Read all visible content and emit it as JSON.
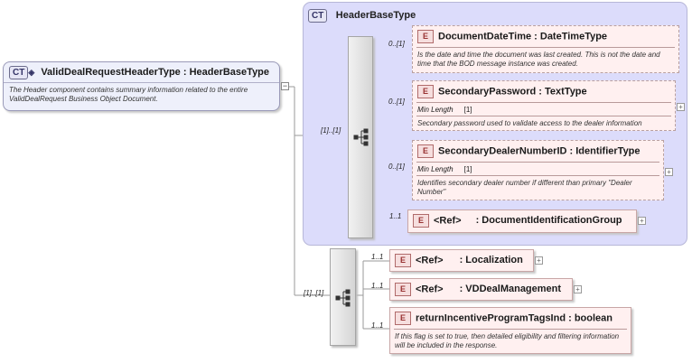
{
  "root": {
    "badge": "CT",
    "title": "ValidDealRequestHeaderType : HeaderBaseType",
    "doc": "The Header component contains summary information related to the entire ValidDealRequest Business Object Document."
  },
  "base_group": {
    "badge": "CT",
    "title": "HeaderBaseType",
    "sequence_cardinality": "[1]..[1]"
  },
  "outer_sequence": {
    "cardinality": "[1]..[1]"
  },
  "elements": [
    {
      "badge": "E",
      "title": "DocumentDateTime : DateTimeType",
      "cardinality": "0..[1]",
      "doc": "Is the date and time the document was last created. This is not the date and time that the BOD message instance was created."
    },
    {
      "badge": "E",
      "title": "SecondaryPassword : TextType",
      "cardinality": "0..[1]",
      "facet_label": "Min Length",
      "facet_value": "[1]",
      "doc": "Secondary password used to validate access to the dealer information"
    },
    {
      "badge": "E",
      "title": "SecondaryDealerNumberID : IdentifierType",
      "cardinality": "0..[1]",
      "facet_label": "Min Length",
      "facet_value": "[1]",
      "doc": "Identifies secondary dealer number if different than primary \"Dealer Number\""
    },
    {
      "badge": "E",
      "ref": "<Ref>",
      "title": ": DocumentIdentificationGroup",
      "cardinality": "1..1"
    },
    {
      "badge": "E",
      "ref": "<Ref>",
      "title": ": Localization",
      "cardinality": "1..1"
    },
    {
      "badge": "E",
      "ref": "<Ref>",
      "title": ": VDDealManagement",
      "cardinality": "1..1"
    },
    {
      "badge": "E",
      "title": "returnIncentiveProgramTagsInd : boolean",
      "cardinality": "1..1",
      "doc": "If this flag is set to true, then detailed eligibility and filtering information will be included in the response."
    }
  ],
  "icons": {
    "expand": "plus-icon",
    "collapse": "minus-icon",
    "sequence": "sequence-icon"
  }
}
